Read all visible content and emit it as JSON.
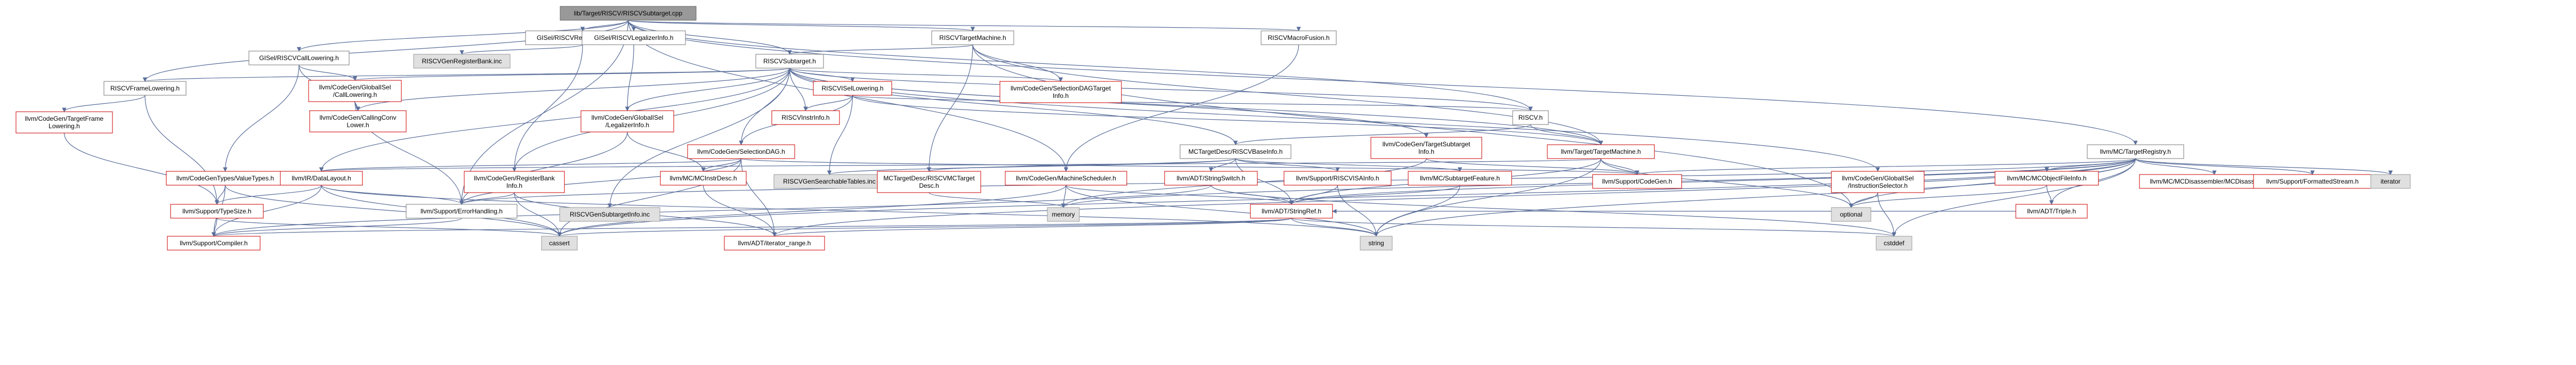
{
  "graph": {
    "nodes": [
      {
        "id": "root",
        "lines": [
          "lib/Target/RISCV/RISCVSubtarget.cpp"
        ],
        "kind": "root"
      },
      {
        "id": "gisel_reg",
        "lines": [
          "GISel/RISCVRegisterBankInfo.h"
        ],
        "kind": "normal"
      },
      {
        "id": "gisel_legal",
        "lines": [
          "GISel/RISCVLegalizerInfo.h"
        ],
        "kind": "normal"
      },
      {
        "id": "gisel_call",
        "lines": [
          "GISel/RISCVCallLowering.h"
        ],
        "kind": "normal"
      },
      {
        "id": "gen_regbank",
        "lines": [
          "RISCVGenRegisterBank.inc"
        ],
        "kind": "grey"
      },
      {
        "id": "target_machine",
        "lines": [
          "RISCVTargetMachine.h"
        ],
        "kind": "normal"
      },
      {
        "id": "macro_fusion",
        "lines": [
          "RISCVMacroFusion.h"
        ],
        "kind": "normal"
      },
      {
        "id": "subtarget",
        "lines": [
          "RISCVSubtarget.h"
        ],
        "kind": "normal"
      },
      {
        "id": "frame_lowering",
        "lines": [
          "RISCVFrameLowering.h"
        ],
        "kind": "normal"
      },
      {
        "id": "cg_target_frame",
        "lines": [
          "llvm/CodeGen/TargetFrame",
          "Lowering.h"
        ],
        "kind": "red"
      },
      {
        "id": "cg_value_types",
        "lines": [
          "llvm/CodeGenTypes/ValueTypes.h"
        ],
        "kind": "red"
      },
      {
        "id": "gisel_calllowering",
        "lines": [
          "llvm/CodeGen/GlobalISel",
          "/CallLowering.h"
        ],
        "kind": "red"
      },
      {
        "id": "calling_conv",
        "lines": [
          "llvm/CodeGen/CallingConv",
          "Lower.h"
        ],
        "kind": "red"
      },
      {
        "id": "isel_lowering",
        "lines": [
          "RISCVISelLowering.h"
        ],
        "kind": "red"
      },
      {
        "id": "instr_info",
        "lines": [
          "RISCVInstrInfo.h"
        ],
        "kind": "red"
      },
      {
        "id": "gisel_legalinfo",
        "lines": [
          "llvm/CodeGen/GlobalISel",
          "/LegalizerInfo.h"
        ],
        "kind": "red"
      },
      {
        "id": "seldag_info",
        "lines": [
          "llvm/CodeGen/SelectionDAGTarget",
          "Info.h"
        ],
        "kind": "red"
      },
      {
        "id": "riscv_h",
        "lines": [
          "RISCV.h"
        ],
        "kind": "normal"
      },
      {
        "id": "target_registry",
        "lines": [
          "llvm/MC/TargetRegistry.h"
        ],
        "kind": "normal"
      },
      {
        "id": "selection_dag",
        "lines": [
          "llvm/CodeGen/SelectionDAG.h"
        ],
        "kind": "red"
      },
      {
        "id": "base_info",
        "lines": [
          "MCTargetDesc/RISCVBaseInfo.h"
        ],
        "kind": "normal"
      },
      {
        "id": "cg_target_subtarget",
        "lines": [
          "llvm/CodeGen/TargetSubtarget",
          "Info.h"
        ],
        "kind": "red"
      },
      {
        "id": "target_machine_llvm",
        "lines": [
          "llvm/Target/TargetMachine.h"
        ],
        "kind": "red"
      },
      {
        "id": "ir_data_layout",
        "lines": [
          "llvm/IR/DataLayout.h"
        ],
        "kind": "red"
      },
      {
        "id": "cg_register_bank",
        "lines": [
          "llvm/CodeGen/RegisterBank",
          "Info.h"
        ],
        "kind": "red"
      },
      {
        "id": "mc_instr_desc",
        "lines": [
          "llvm/MC/MCInstrDesc.h"
        ],
        "kind": "red"
      },
      {
        "id": "gen_searchable",
        "lines": [
          "RISCVGenSearchableTables.inc"
        ],
        "kind": "grey"
      },
      {
        "id": "mctd_riscvmc",
        "lines": [
          "MCTargetDesc/RISCVMCTarget",
          "Desc.h"
        ],
        "kind": "red"
      },
      {
        "id": "cg_machine_sched",
        "lines": [
          "llvm/CodeGen/MachineScheduler.h"
        ],
        "kind": "red"
      },
      {
        "id": "adt_stringswitch",
        "lines": [
          "llvm/ADT/StringSwitch.h"
        ],
        "kind": "red"
      },
      {
        "id": "support_isavinfo",
        "lines": [
          "llvm/Support/RISCVISAInfo.h"
        ],
        "kind": "red"
      },
      {
        "id": "mc_subtarget_feature",
        "lines": [
          "llvm/MC/SubtargetFeature.h"
        ],
        "kind": "red"
      },
      {
        "id": "support_codegen",
        "lines": [
          "llvm/Support/CodeGen.h"
        ],
        "kind": "red"
      },
      {
        "id": "gisel_instr_selector",
        "lines": [
          "llvm/CodeGen/GlobalISel",
          "/InstructionSelector.h"
        ],
        "kind": "red"
      },
      {
        "id": "mc_objfileinfo",
        "lines": [
          "llvm/MC/MCObjectFileInfo.h"
        ],
        "kind": "red"
      },
      {
        "id": "mc_disassembler",
        "lines": [
          "llvm/MC/MCDisassembler/MCDisassembler.h"
        ],
        "kind": "red"
      },
      {
        "id": "support_formatted",
        "lines": [
          "llvm/Support/FormattedStream.h"
        ],
        "kind": "red"
      },
      {
        "id": "iterator",
        "lines": [
          "iterator"
        ],
        "kind": "grey"
      },
      {
        "id": "support_typesize",
        "lines": [
          "llvm/Support/TypeSize.h"
        ],
        "kind": "red"
      },
      {
        "id": "support_errorhandling",
        "lines": [
          "llvm/Support/ErrorHandling.h"
        ],
        "kind": "normal"
      },
      {
        "id": "gen_subtarget",
        "lines": [
          "RISCVGenSubtargetInfo.inc"
        ],
        "kind": "grey"
      },
      {
        "id": "memory",
        "lines": [
          "memory"
        ],
        "kind": "grey"
      },
      {
        "id": "adt_stringref",
        "lines": [
          "llvm/ADT/StringRef.h"
        ],
        "kind": "red"
      },
      {
        "id": "optional",
        "lines": [
          "optional"
        ],
        "kind": "grey"
      },
      {
        "id": "adt_triple",
        "lines": [
          "llvm/ADT/Triple.h"
        ],
        "kind": "red"
      },
      {
        "id": "support_compiler",
        "lines": [
          "llvm/Support/Compiler.h"
        ],
        "kind": "red"
      },
      {
        "id": "cassert",
        "lines": [
          "cassert"
        ],
        "kind": "grey"
      },
      {
        "id": "adt_iterator_range",
        "lines": [
          "llvm/ADT/iterator_range.h"
        ],
        "kind": "red"
      },
      {
        "id": "string",
        "lines": [
          "string"
        ],
        "kind": "grey"
      },
      {
        "id": "cstddef",
        "lines": [
          "cstddef"
        ],
        "kind": "grey"
      }
    ],
    "edges": [
      [
        "root",
        "gisel_reg"
      ],
      [
        "root",
        "gisel_legal"
      ],
      [
        "root",
        "gisel_call"
      ],
      [
        "root",
        "target_machine"
      ],
      [
        "root",
        "macro_fusion"
      ],
      [
        "root",
        "subtarget"
      ],
      [
        "root",
        "frame_lowering"
      ],
      [
        "root",
        "riscv_h"
      ],
      [
        "root",
        "target_registry"
      ],
      [
        "root",
        "cg_machine_sched"
      ],
      [
        "root",
        "support_errorhandling"
      ],
      [
        "gisel_reg",
        "cg_register_bank"
      ],
      [
        "gisel_reg",
        "gen_regbank"
      ],
      [
        "gisel_legal",
        "gisel_legalinfo"
      ],
      [
        "gisel_call",
        "gisel_calllowering"
      ],
      [
        "gisel_call",
        "calling_conv"
      ],
      [
        "gisel_call",
        "cg_value_types"
      ],
      [
        "target_machine",
        "mctd_riscvmc"
      ],
      [
        "target_machine",
        "subtarget"
      ],
      [
        "target_machine",
        "seldag_info"
      ],
      [
        "target_machine",
        "target_machine_llvm"
      ],
      [
        "target_machine",
        "optional"
      ],
      [
        "macro_fusion",
        "cg_machine_sched"
      ],
      [
        "subtarget",
        "frame_lowering"
      ],
      [
        "subtarget",
        "gisel_calllowering"
      ],
      [
        "subtarget",
        "calling_conv"
      ],
      [
        "subtarget",
        "isel_lowering"
      ],
      [
        "subtarget",
        "instr_info"
      ],
      [
        "subtarget",
        "gisel_legalinfo"
      ],
      [
        "subtarget",
        "seldag_info"
      ],
      [
        "subtarget",
        "riscv_h"
      ],
      [
        "subtarget",
        "base_info"
      ],
      [
        "subtarget",
        "cg_target_subtarget"
      ],
      [
        "subtarget",
        "target_machine_llvm"
      ],
      [
        "subtarget",
        "ir_data_layout"
      ],
      [
        "subtarget",
        "cg_register_bank"
      ],
      [
        "subtarget",
        "gisel_instr_selector"
      ],
      [
        "subtarget",
        "gen_subtarget"
      ],
      [
        "subtarget",
        "selection_dag"
      ],
      [
        "frame_lowering",
        "cg_target_frame"
      ],
      [
        "frame_lowering",
        "support_typesize"
      ],
      [
        "cg_target_frame",
        "support_typesize"
      ],
      [
        "cg_value_types",
        "support_typesize"
      ],
      [
        "cg_value_types",
        "support_compiler"
      ],
      [
        "cg_value_types",
        "cassert"
      ],
      [
        "gisel_calllowering",
        "calling_conv"
      ],
      [
        "gisel_calllowering",
        "support_errorhandling"
      ],
      [
        "isel_lowering",
        "selection_dag"
      ],
      [
        "isel_lowering",
        "instr_info"
      ],
      [
        "isel_lowering",
        "riscv_h"
      ],
      [
        "isel_lowering",
        "gen_searchable"
      ],
      [
        "isel_lowering",
        "target_machine_llvm"
      ],
      [
        "gisel_legalinfo",
        "mc_instr_desc"
      ],
      [
        "gisel_legalinfo",
        "support_errorhandling"
      ],
      [
        "riscv_h",
        "base_info"
      ],
      [
        "riscv_h",
        "target_machine_llvm"
      ],
      [
        "target_registry",
        "adt_stringref"
      ],
      [
        "target_registry",
        "mc_objfileinfo"
      ],
      [
        "target_registry",
        "mc_disassembler"
      ],
      [
        "target_registry",
        "support_formatted"
      ],
      [
        "target_registry",
        "iterator"
      ],
      [
        "target_registry",
        "optional"
      ],
      [
        "target_registry",
        "support_codegen"
      ],
      [
        "target_registry",
        "adt_triple"
      ],
      [
        "target_registry",
        "memory"
      ],
      [
        "target_registry",
        "string"
      ],
      [
        "target_registry",
        "cassert"
      ],
      [
        "target_registry",
        "cstddef"
      ],
      [
        "target_registry",
        "adt_iterator_range"
      ],
      [
        "target_registry",
        "support_errorhandling"
      ],
      [
        "selection_dag",
        "ir_data_layout"
      ],
      [
        "selection_dag",
        "support_codegen"
      ],
      [
        "selection_dag",
        "mc_instr_desc"
      ],
      [
        "selection_dag",
        "adt_iterator_range"
      ],
      [
        "selection_dag",
        "cassert"
      ],
      [
        "selection_dag",
        "support_errorhandling"
      ],
      [
        "base_info",
        "mctd_riscvmc"
      ],
      [
        "base_info",
        "adt_stringswitch"
      ],
      [
        "base_info",
        "support_isavinfo"
      ],
      [
        "base_info",
        "mc_subtarget_feature"
      ],
      [
        "base_info",
        "adt_stringref"
      ],
      [
        "base_info",
        "gen_searchable"
      ],
      [
        "cg_target_subtarget",
        "support_codegen"
      ],
      [
        "cg_target_subtarget",
        "memory"
      ],
      [
        "target_machine_llvm",
        "support_codegen"
      ],
      [
        "target_machine_llvm",
        "optional"
      ],
      [
        "target_machine_llvm",
        "string"
      ],
      [
        "target_machine_llvm",
        "adt_stringref"
      ],
      [
        "target_machine_llvm",
        "ir_data_layout"
      ],
      [
        "ir_data_layout",
        "support_typesize"
      ],
      [
        "ir_data_layout",
        "support_errorhandling"
      ],
      [
        "ir_data_layout",
        "cassert"
      ],
      [
        "ir_data_layout",
        "string"
      ],
      [
        "ir_data_layout",
        "support_compiler"
      ],
      [
        "cg_register_bank",
        "support_errorhandling"
      ],
      [
        "cg_register_bank",
        "cassert"
      ],
      [
        "cg_register_bank",
        "adt_iterator_range"
      ],
      [
        "mc_instr_desc",
        "adt_iterator_range"
      ],
      [
        "mctd_riscvmc",
        "memory"
      ],
      [
        "cg_machine_sched",
        "memory"
      ],
      [
        "cg_machine_sched",
        "string"
      ],
      [
        "cg_machine_sched",
        "cassert"
      ],
      [
        "cg_machine_sched",
        "adt_stringref"
      ],
      [
        "adt_stringswitch",
        "adt_stringref"
      ],
      [
        "adt_stringswitch",
        "support_compiler"
      ],
      [
        "adt_stringswitch",
        "cstddef"
      ],
      [
        "support_isavinfo",
        "string"
      ],
      [
        "support_isavinfo",
        "adt_stringref"
      ],
      [
        "mc_subtarget_feature",
        "string"
      ],
      [
        "mc_subtarget_feature",
        "adt_stringref"
      ],
      [
        "gisel_instr_selector",
        "optional"
      ],
      [
        "gisel_instr_selector",
        "cstddef"
      ],
      [
        "mc_objfileinfo",
        "adt_triple"
      ],
      [
        "mc_objfileinfo",
        "optional"
      ],
      [
        "support_typesize",
        "support_compiler"
      ],
      [
        "support_typesize",
        "cassert"
      ],
      [
        "support_errorhandling",
        "support_compiler"
      ],
      [
        "adt_stringref",
        "string"
      ],
      [
        "adt_stringref",
        "support_compiler"
      ],
      [
        "adt_stringref",
        "adt_iterator_range"
      ],
      [
        "adt_stringref",
        "cstddef"
      ],
      [
        "adt_stringref",
        "cassert"
      ],
      [
        "adt_triple",
        "adt_stringref"
      ]
    ]
  }
}
